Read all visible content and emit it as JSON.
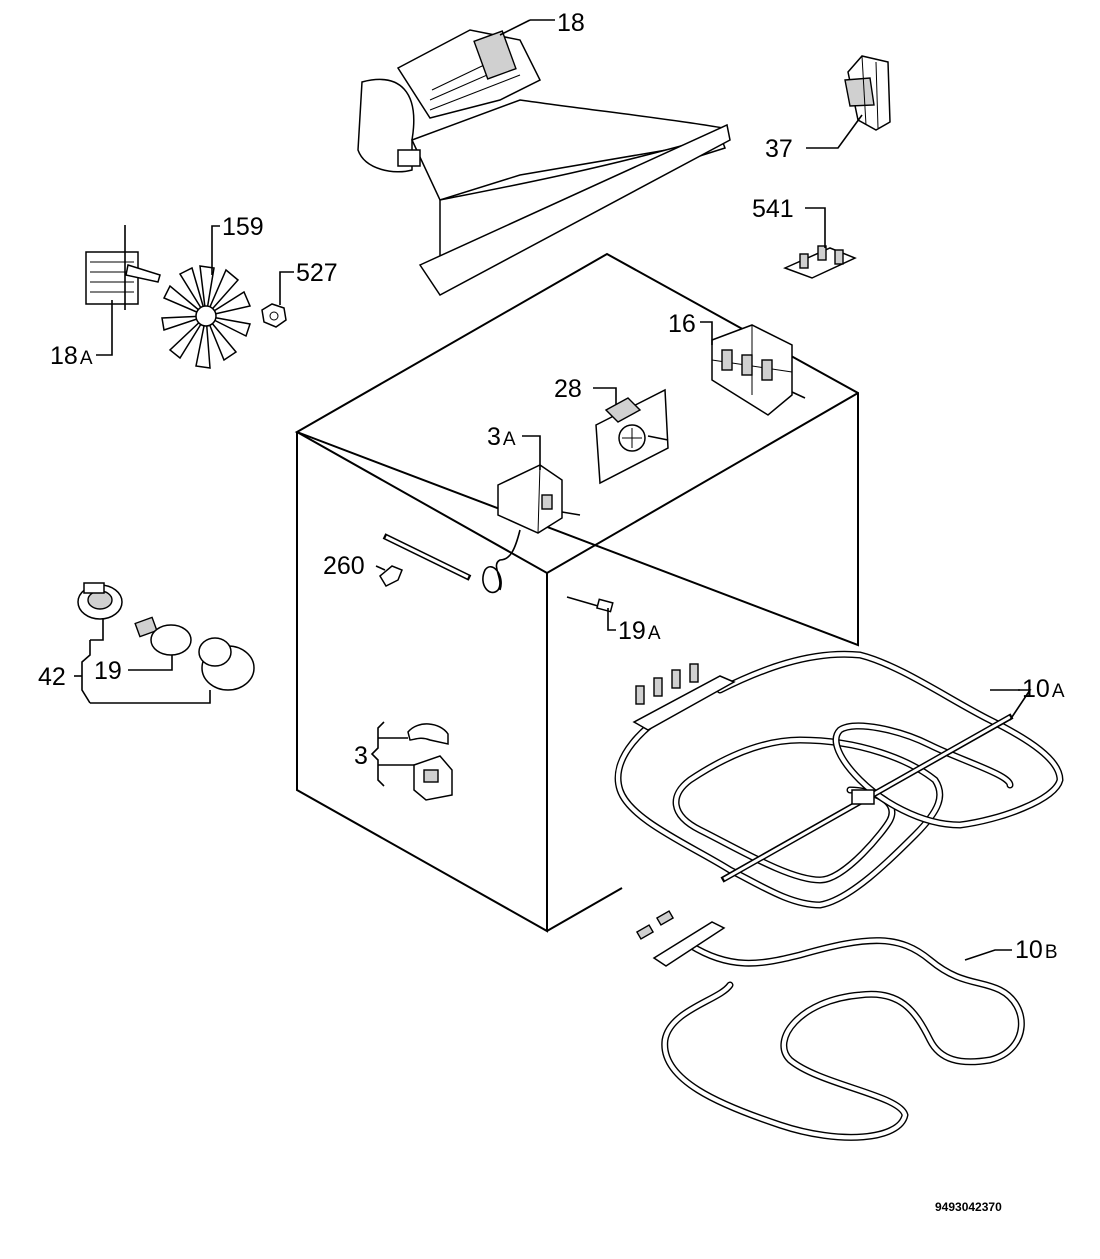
{
  "diagram": {
    "document_number": "9493042370",
    "parts": [
      {
        "id": "fan-housing",
        "num": "18",
        "suffix": ""
      },
      {
        "id": "switch-37",
        "num": "37",
        "suffix": ""
      },
      {
        "id": "terminal-541",
        "num": "541",
        "suffix": ""
      },
      {
        "id": "fan-motor",
        "num": "18",
        "suffix": "A"
      },
      {
        "id": "fan-blade",
        "num": "159",
        "suffix": ""
      },
      {
        "id": "nut",
        "num": "527",
        "suffix": ""
      },
      {
        "id": "selector-switch",
        "num": "16",
        "suffix": ""
      },
      {
        "id": "timer",
        "num": "28",
        "suffix": ""
      },
      {
        "id": "thermostat",
        "num": "3",
        "suffix": "A"
      },
      {
        "id": "clip-260",
        "num": "260",
        "suffix": ""
      },
      {
        "id": "indicator-lamp",
        "num": "19",
        "suffix": "A"
      },
      {
        "id": "oven-lamp-assembly",
        "num": "42",
        "suffix": ""
      },
      {
        "id": "lamp-bulb",
        "num": "19",
        "suffix": ""
      },
      {
        "id": "safety-thermostat",
        "num": "3",
        "suffix": ""
      },
      {
        "id": "grill-element",
        "num": "10",
        "suffix": "A"
      },
      {
        "id": "bottom-element",
        "num": "10",
        "suffix": "B"
      }
    ]
  }
}
